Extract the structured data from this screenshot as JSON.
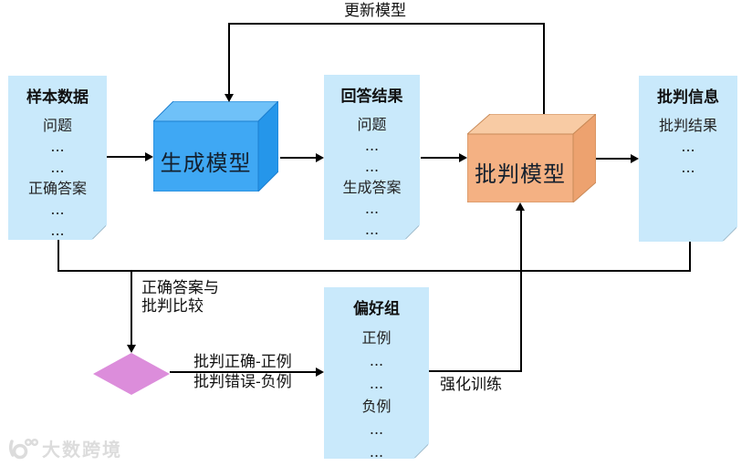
{
  "diagram": {
    "nodes": {
      "sample_data": {
        "title": "样本数据",
        "lines": [
          "问题",
          "...",
          "...",
          "正确答案",
          "...",
          "..."
        ]
      },
      "generation_model": {
        "label": "生成模型"
      },
      "answer_result": {
        "title": "回答结果",
        "lines": [
          "问题",
          "...",
          "...",
          "生成答案",
          "...",
          "..."
        ]
      },
      "critique_model": {
        "label": "批判模型"
      },
      "critique_info": {
        "title": "批判信息",
        "lines": [
          "批判结果",
          "...",
          "..."
        ]
      },
      "preference_group": {
        "title": "偏好组",
        "lines": [
          "正例",
          "...",
          "...",
          "负例",
          "...",
          "..."
        ]
      }
    },
    "edge_labels": {
      "update_model": "更新模型",
      "compare_line1": "正确答案与",
      "compare_line2": "批判比较",
      "critique_correct": "批判正确-正例",
      "critique_wrong": "批判错误-负例",
      "reinforce_training": "强化训练"
    },
    "colors": {
      "note_fill": "#c9e9fb",
      "note_fold": "#8fa9ba",
      "blue_box_front": "#3fa8f4",
      "blue_box_top": "#6fc1f8",
      "blue_box_side": "#2596ea",
      "orange_box_front": "#f4b183",
      "orange_box_top": "#f8cba4",
      "orange_box_side": "#eda26f",
      "diamond_fill": "#dc8ddb",
      "line_color": "#000000",
      "watermark_color": "#dcdcdc"
    }
  },
  "watermark": {
    "text": "大数跨境"
  }
}
